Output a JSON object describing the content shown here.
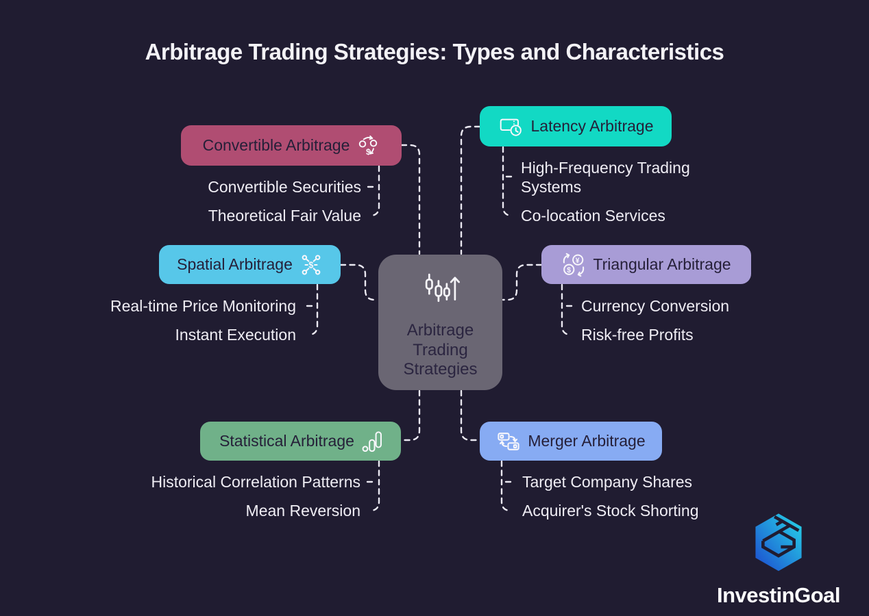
{
  "title": "Arbitrage Trading Strategies: Types and Characteristics",
  "center_node": {
    "label": "Arbitrage Trading Strategies",
    "icon": "candlestick-chart-up-arrow-icon",
    "color": "#6a6673"
  },
  "branches": [
    {
      "id": "convertible",
      "label": "Convertible Arbitrage",
      "color": "#b04d72",
      "icon": "swap-traders-icon",
      "icon_side": "right",
      "items": [
        "Convertible Securities",
        "Theoretical Fair Value"
      ]
    },
    {
      "id": "latency",
      "label": "Latency Arbitrage",
      "color": "#12d9c4",
      "icon": "ticket-clock-icon",
      "icon_side": "left",
      "items": [
        "High-Frequency Trading Systems",
        "Co-location Services"
      ]
    },
    {
      "id": "spatial",
      "label": "Spatial Arbitrage",
      "color": "#57c7e9",
      "icon": "network-nodes-icon",
      "icon_side": "right",
      "items": [
        "Real-time Price Monitoring",
        "Instant Execution"
      ]
    },
    {
      "id": "triangular",
      "label": "Triangular Arbitrage",
      "color": "#a89cd6",
      "icon": "currency-exchange-icon",
      "icon_side": "left",
      "items": [
        "Currency Conversion",
        "Risk-free Profits"
      ]
    },
    {
      "id": "statistical",
      "label": "Statistical Arbitrage",
      "color": "#70b189",
      "icon": "rising-chart-icon",
      "icon_side": "right",
      "items": [
        "Historical Correlation Patterns",
        "Mean Reversion"
      ]
    },
    {
      "id": "merger",
      "label": "Merger Arbitrage",
      "color": "#87abf3",
      "icon": "merge-companies-icon",
      "icon_side": "left",
      "items": [
        "Target Company Shares",
        "Acquirer's Stock Shorting"
      ]
    }
  ],
  "logo": {
    "text": "InvestinGoal",
    "icon": "investingoal-hexagon-logo",
    "gradient": [
      "#1c49cf",
      "#27d8e8"
    ]
  },
  "colors": {
    "background": "#201c31",
    "node_text": "#251f38",
    "sub_item_text": "#efedf4",
    "connector": "#eae8f1",
    "title_text": "#f3f2f6"
  }
}
